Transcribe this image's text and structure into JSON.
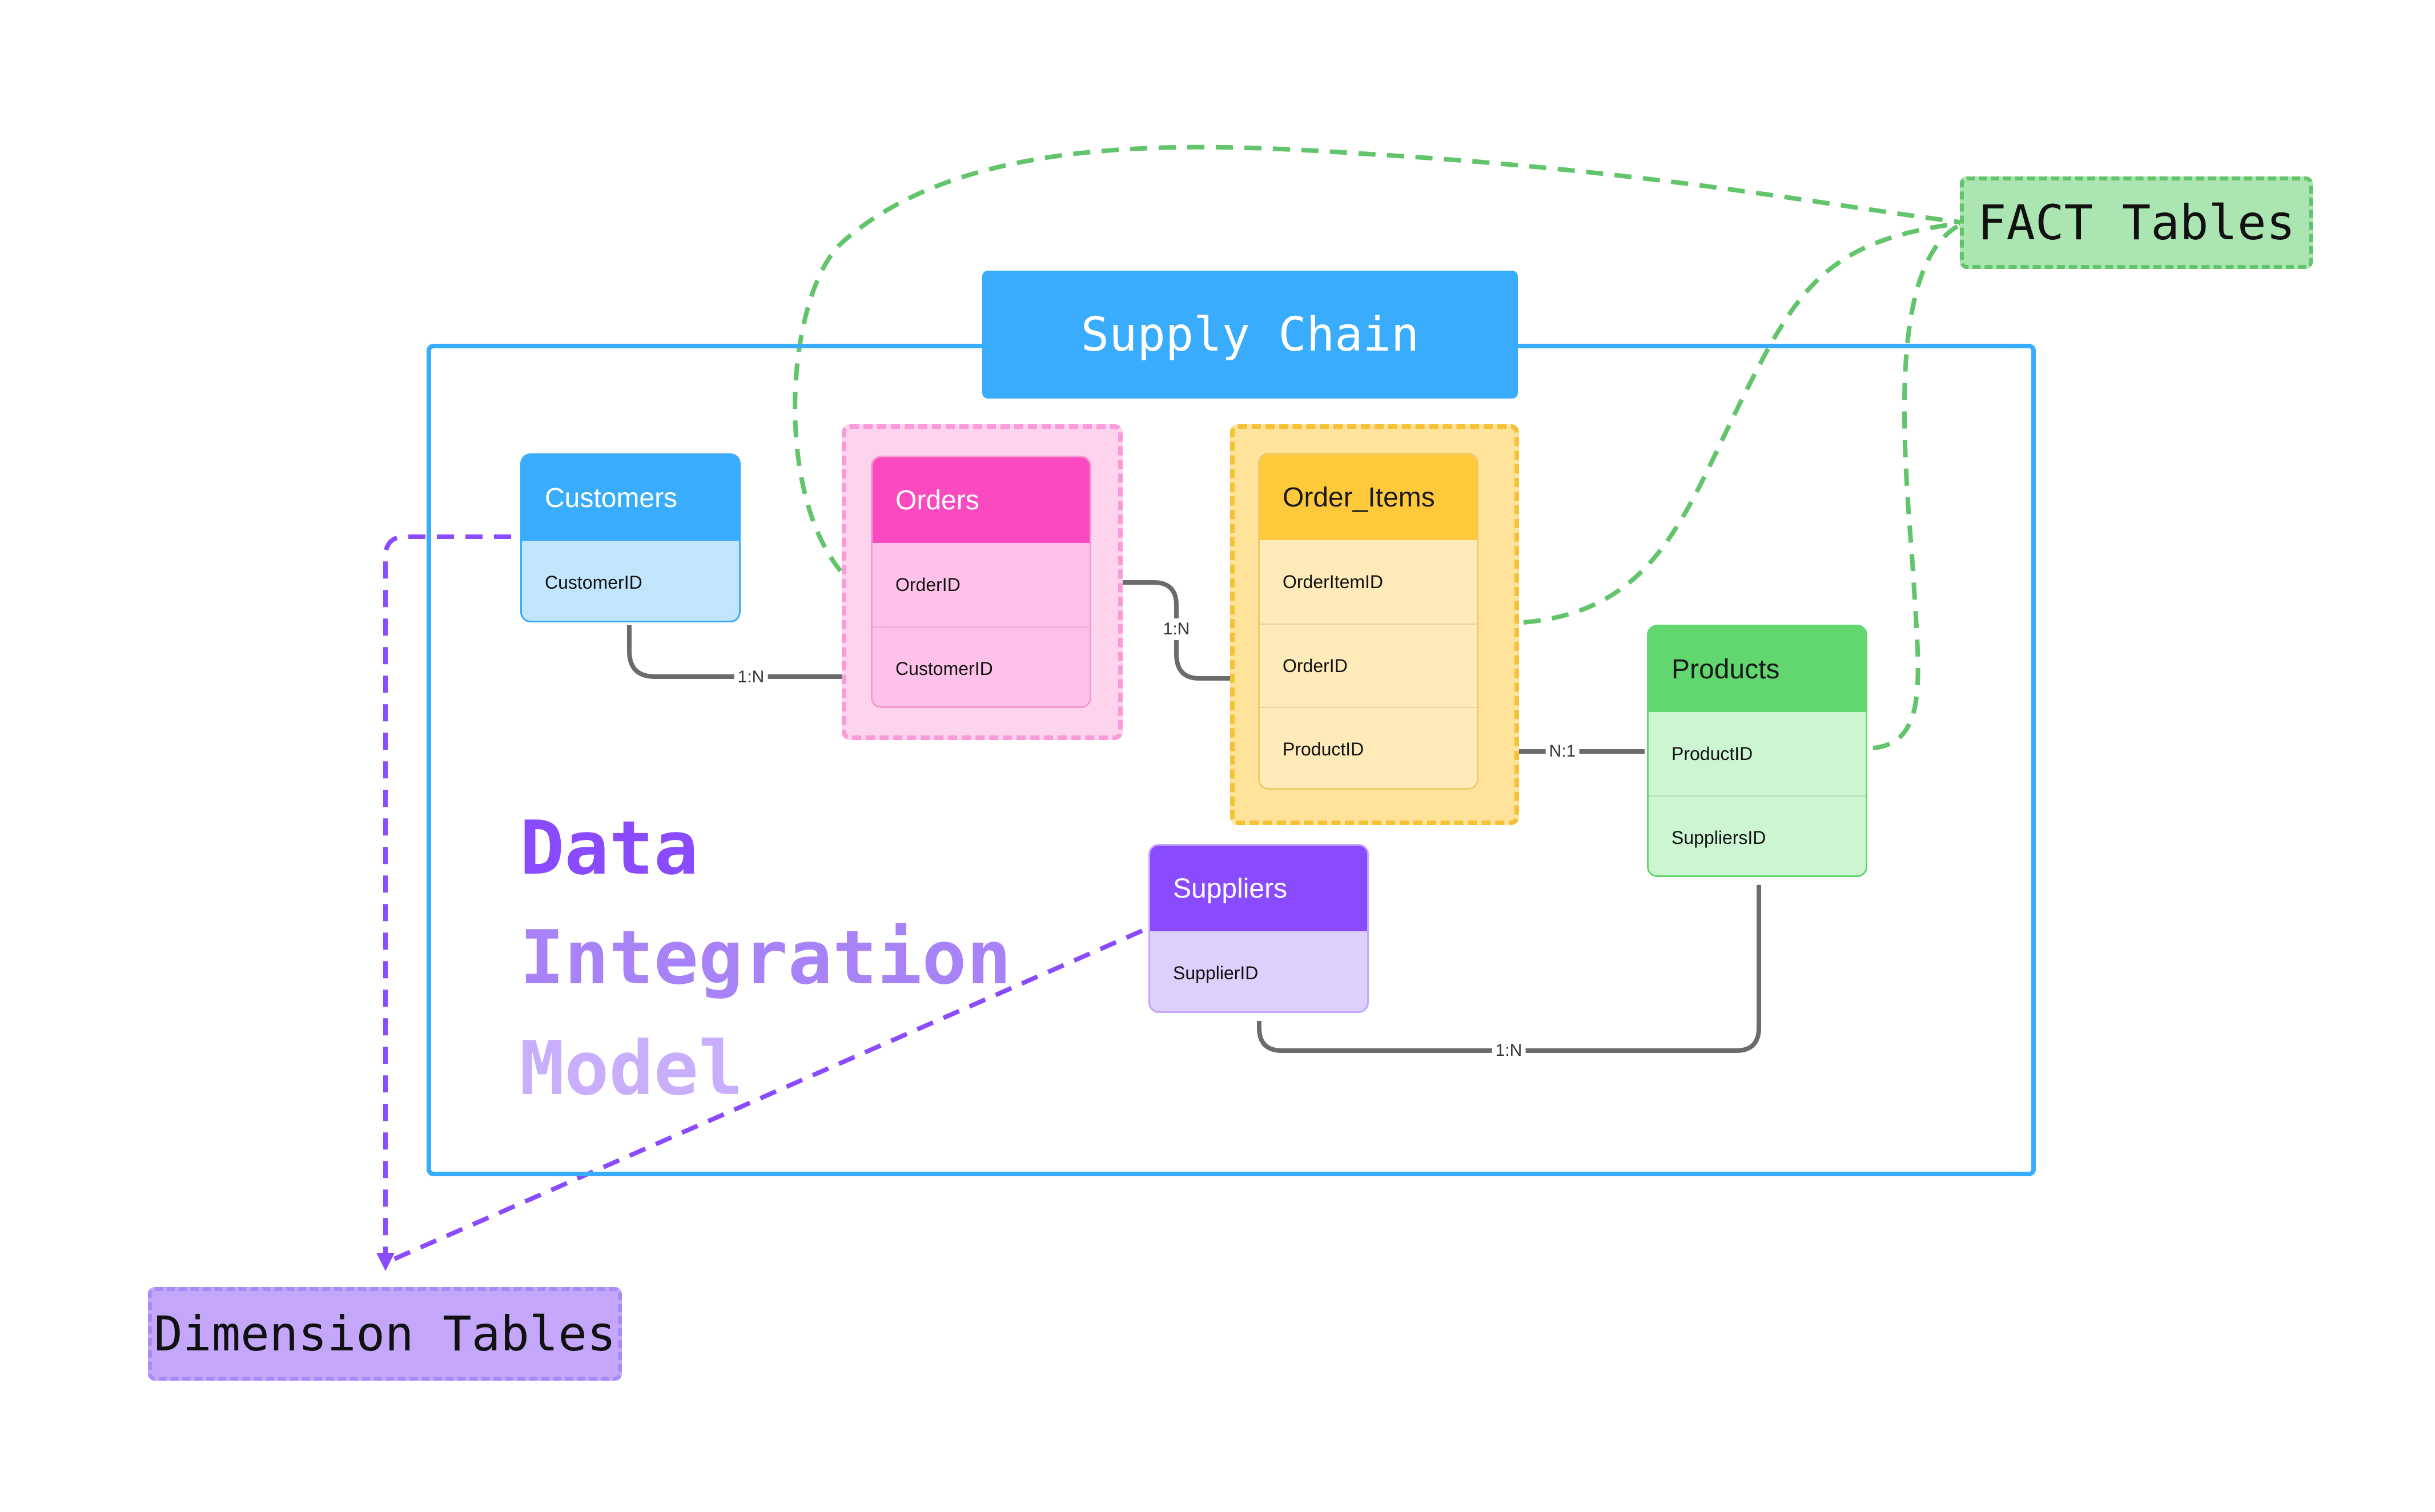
{
  "supply_chain": {
    "title": "Supply Chain"
  },
  "title_lines": [
    "Data",
    "Integration",
    "Model"
  ],
  "colors": {
    "blue": "#3AACFE",
    "pink": "#FB49BF",
    "yellow": "#FFC93C",
    "green": "#62D66F",
    "purple": "#8A4BFE",
    "fact_green": "#62C46B",
    "dim_purple": "#A78BFA"
  },
  "entities": {
    "customers": {
      "title": "Customers",
      "fields": [
        "CustomerID"
      ]
    },
    "orders": {
      "title": "Orders",
      "fields": [
        "OrderID",
        "CustomerID"
      ]
    },
    "order_items": {
      "title": "Order_Items",
      "fields": [
        "OrderItemID",
        "OrderID",
        "ProductID"
      ]
    },
    "products": {
      "title": "Products",
      "fields": [
        "ProductID",
        "SuppliersID"
      ]
    },
    "suppliers": {
      "title": "Suppliers",
      "fields": [
        "SupplierID"
      ]
    }
  },
  "relationships": {
    "customers_orders": "1:N",
    "orders_order_items": "1:N",
    "products_order_items": "N:1",
    "suppliers_products": "1:N"
  },
  "labels": {
    "fact_tables": "FACT Tables",
    "dimension_tables": "Dimension Tables"
  }
}
